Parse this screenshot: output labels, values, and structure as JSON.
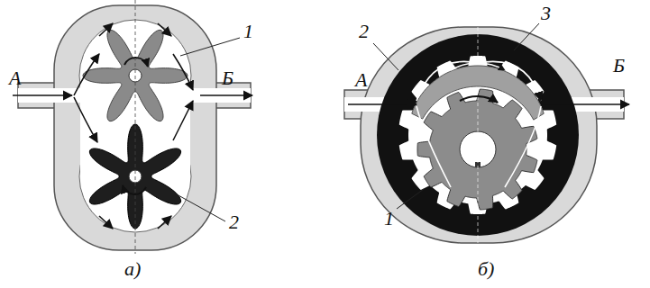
{
  "diagram": {
    "labels": [
      "1",
      "2",
      "А",
      "Б",
      "а)",
      "2",
      "3",
      "А",
      "Б",
      "1",
      "б)"
    ]
  }
}
